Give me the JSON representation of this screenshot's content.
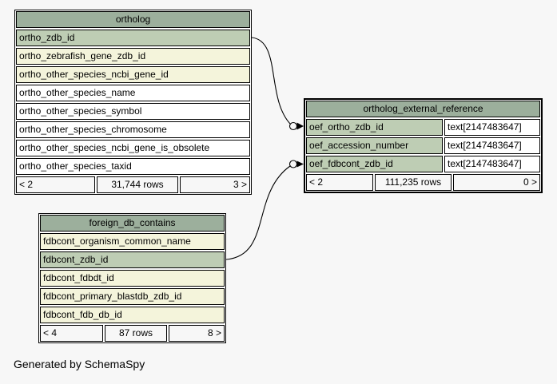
{
  "caption": "Generated by SchemaSpy",
  "colors": {
    "background": "#f7f7f7",
    "header": "#9caf9c",
    "key": "#becdb4",
    "indexed": "#f4f4db",
    "plain": "#ffffff",
    "footer": "#f7f7f7",
    "border": "#000000",
    "line": "#000000"
  },
  "tables": [
    {
      "title": "ortholog",
      "columns": [
        {
          "name": "ortho_zdb_id",
          "style": "key"
        },
        {
          "name": "ortho_zebrafish_gene_zdb_id",
          "style": "indexed"
        },
        {
          "name": "ortho_other_species_ncbi_gene_id",
          "style": "indexed"
        },
        {
          "name": "ortho_other_species_name",
          "style": "plain"
        },
        {
          "name": "ortho_other_species_symbol",
          "style": "plain"
        },
        {
          "name": "ortho_other_species_chromosome",
          "style": "plain"
        },
        {
          "name": "ortho_other_species_ncbi_gene_is_obsolete",
          "style": "plain"
        },
        {
          "name": "ortho_other_species_taxid",
          "style": "plain"
        }
      ],
      "footer": {
        "left": "< 2",
        "center": "31,744 rows",
        "right": "3 >"
      }
    },
    {
      "title": "ortholog_external_reference",
      "columns": [
        {
          "name": "oef_ortho_zdb_id",
          "type": "text[2147483647]",
          "style": "key"
        },
        {
          "name": "oef_accession_number",
          "type": "text[2147483647]",
          "style": "key"
        },
        {
          "name": "oef_fdbcont_zdb_id",
          "type": "text[2147483647]",
          "style": "key"
        }
      ],
      "footer": {
        "left": "< 2",
        "center": "111,235 rows",
        "right": "0 >"
      }
    },
    {
      "title": "foreign_db_contains",
      "columns": [
        {
          "name": "fdbcont_organism_common_name",
          "style": "indexed"
        },
        {
          "name": "fdbcont_zdb_id",
          "style": "key"
        },
        {
          "name": "fdbcont_fdbdt_id",
          "style": "indexed"
        },
        {
          "name": "fdbcont_primary_blastdb_zdb_id",
          "style": "indexed"
        },
        {
          "name": "fdbcont_fdb_db_id",
          "style": "indexed"
        }
      ],
      "footer": {
        "left": "< 4",
        "center": "87 rows",
        "right": "8 >"
      }
    }
  ],
  "relationships": [
    {
      "from": "ortholog.ortho_zdb_id",
      "to": "ortholog_external_reference.oef_ortho_zdb_id"
    },
    {
      "from": "foreign_db_contains.fdbcont_zdb_id",
      "to": "ortholog_external_reference.oef_fdbcont_zdb_id"
    }
  ]
}
